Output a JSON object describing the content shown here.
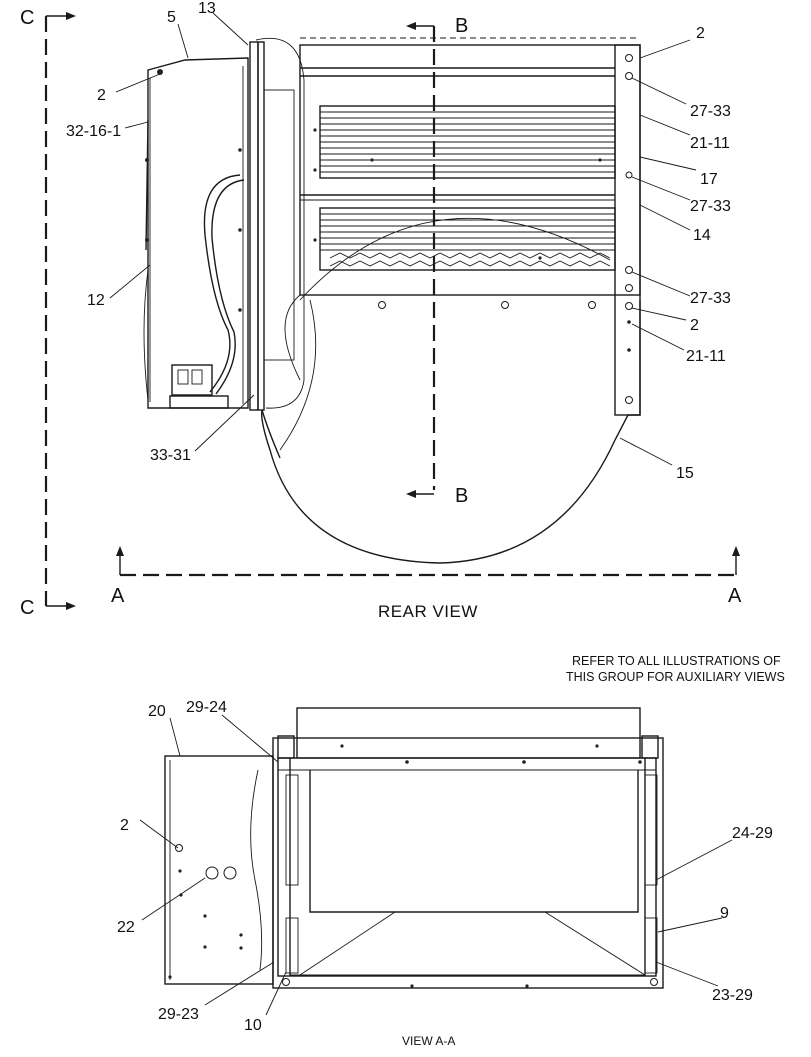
{
  "views": {
    "rear": {
      "caption": "REAR VIEW",
      "section_marks": {
        "c_top": "C",
        "c_bottom": "C",
        "b_top": "B",
        "b_bottom": "B",
        "a_left": "A",
        "a_right": "A"
      },
      "callouts": [
        "13",
        "5",
        "2",
        "32-16-1",
        "12",
        "33-31",
        "2",
        "27-33",
        "21-11",
        "17",
        "27-33",
        "14",
        "27-33",
        "2",
        "21-11",
        "15"
      ]
    },
    "view_aa": {
      "caption": "VIEW A-A",
      "callouts": [
        "20",
        "29-24",
        "2",
        "22",
        "29-23",
        "10",
        "24-29",
        "9",
        "23-29"
      ]
    }
  },
  "note": {
    "line1": "REFER TO ALL ILLUSTRATIONS OF",
    "line2": "THIS GROUP FOR AUXILIARY VIEWS"
  }
}
